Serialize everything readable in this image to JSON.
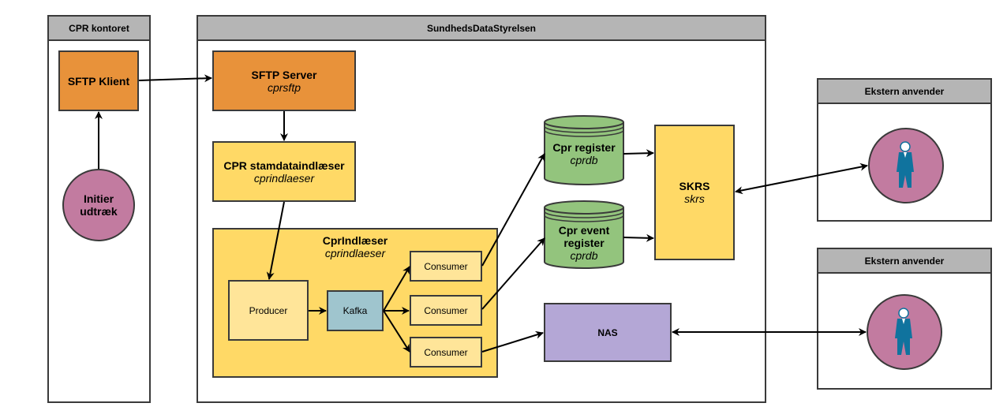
{
  "pools": {
    "cpr_kontoret": "CPR kontoret",
    "sds": "SundhedsDataStyrelsen",
    "ekstern_1": "Ekstern anvender",
    "ekstern_2": "Ekstern anvender"
  },
  "nodes": {
    "sftp_klient": {
      "title": "SFTP Klient"
    },
    "initier": {
      "line1": "Initier",
      "line2": "udtræk"
    },
    "sftp_server": {
      "title": "SFTP Server",
      "sub": "cprsftp"
    },
    "stamdata": {
      "title": "CPR stamdataindlæser",
      "sub": "cprindlaeser"
    },
    "cprindlaeser_group": {
      "title": "CprIndlæser",
      "sub": "cprindlaeser"
    },
    "producer": {
      "title": "Producer"
    },
    "kafka": {
      "title": "Kafka"
    },
    "consumer_1": {
      "title": "Consumer"
    },
    "consumer_2": {
      "title": "Consumer"
    },
    "consumer_3": {
      "title": "Consumer"
    },
    "cpr_register": {
      "title": "Cpr register",
      "sub": "cprdb"
    },
    "cpr_event_register": {
      "line1": "Cpr event",
      "line2": "register",
      "sub": "cprdb"
    },
    "skrs": {
      "title": "SKRS",
      "sub": "skrs"
    },
    "nas": {
      "title": "NAS"
    }
  },
  "colors": {
    "orange": "#e8923a",
    "yellow": "#ffd966",
    "light_yellow": "#ffe599",
    "teal": "#9fc5ce",
    "green": "#93c47d",
    "purple": "#b4a7d6",
    "pink": "#c27ba0",
    "person_blue": "#10739e",
    "header_gray": "#b5b5b5"
  }
}
